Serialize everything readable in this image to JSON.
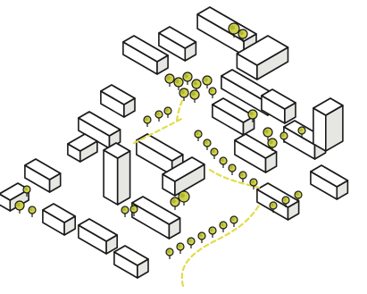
{
  "illustration": {
    "kind": "axonometric urban block sketch",
    "colors": {
      "ink": "#1a1a1a",
      "paper": "#ffffff",
      "building_shade": "#e6e6e2",
      "foliage": "#cfd24a",
      "foliage_dark": "#9aa126",
      "path_accent": "#e2dc4a"
    },
    "element_counts": {
      "buildings": 24,
      "trees": 42
    }
  }
}
